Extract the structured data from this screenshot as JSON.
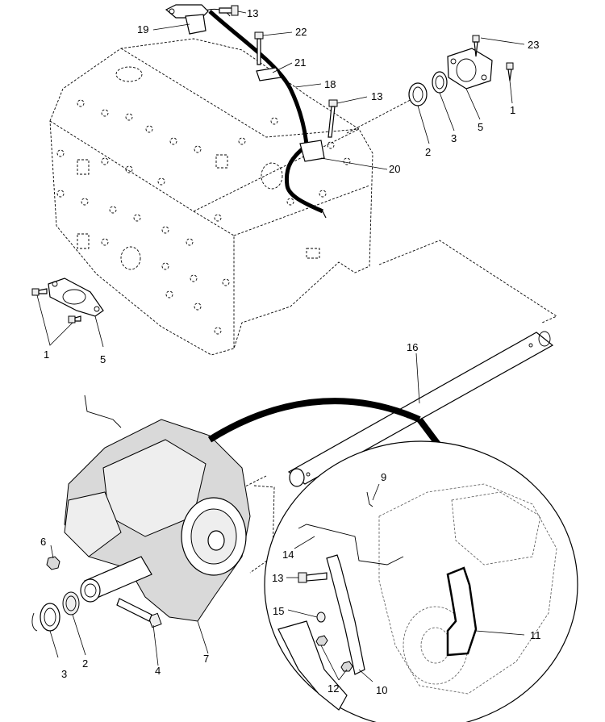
{
  "callouts": {
    "c13_top": "13",
    "c19": "19",
    "c22": "22",
    "c21": "21",
    "c18": "18",
    "c23": "23",
    "c13_mid": "13",
    "c1_right": "1",
    "c5_right": "5",
    "c3_right": "3",
    "c2_right": "2",
    "c20": "20",
    "c1_left": "1",
    "c5_left": "5",
    "c16": "16",
    "c9": "9",
    "c6": "6",
    "c14": "14",
    "c13_inset": "13",
    "c15": "15",
    "c11": "11",
    "c12": "12",
    "c10": "10",
    "c3_bottom": "3",
    "c2_bottom": "2",
    "c4": "4",
    "c7": "7"
  },
  "colors": {
    "line": "#000000",
    "background": "#ffffff",
    "shade": "#d9d9d9"
  }
}
